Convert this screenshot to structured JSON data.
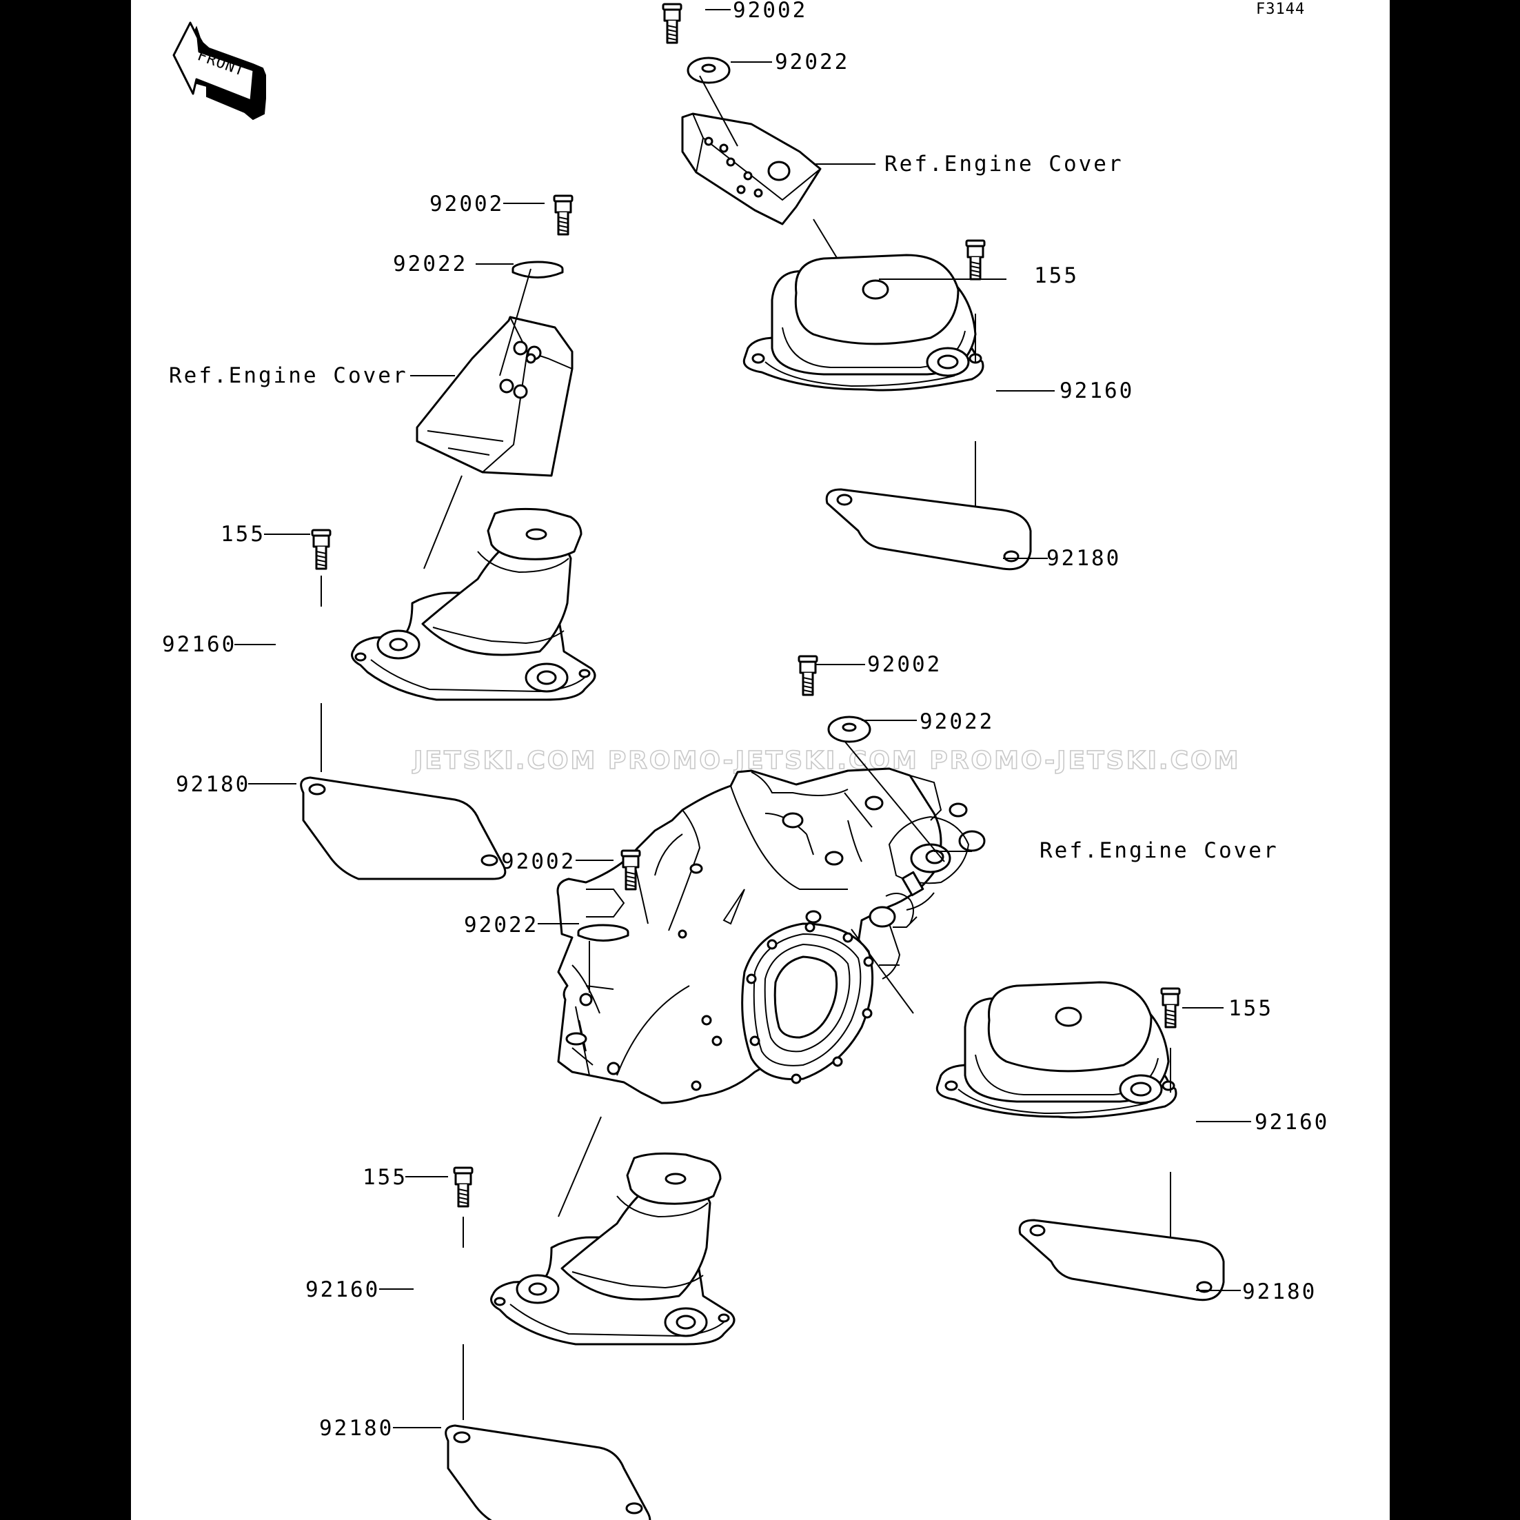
{
  "diagram": {
    "figure_id": "F3144",
    "front_arrow_label": "FRONT",
    "watermark": "JETSKI.COM  PROMO-JETSKI.COM  PROMO-JETSKI.COM",
    "callouts": {
      "tc_bolt": "92002",
      "tc_washer": "92022",
      "tc_ref": "Ref.Engine Cover",
      "tr_bolt": "155",
      "tr_mount": "92160",
      "tr_shim": "92180",
      "tl_bolt": "92002",
      "tl_washer": "92022",
      "tl_ref": "Ref.Engine Cover",
      "ml_bolt": "155",
      "ml_mount": "92160",
      "ml_shim": "92180",
      "mc_bolt": "92002",
      "mc_washer": "92022",
      "cc_ref": "Ref.Engine Cover",
      "cl_bolt": "92002",
      "cl_washer": "92022",
      "br_bolt": "155",
      "br_mount": "92160",
      "br_shim": "92180",
      "bl_bolt": "155",
      "bl_mount": "92160",
      "bl_shim": "92180"
    }
  }
}
